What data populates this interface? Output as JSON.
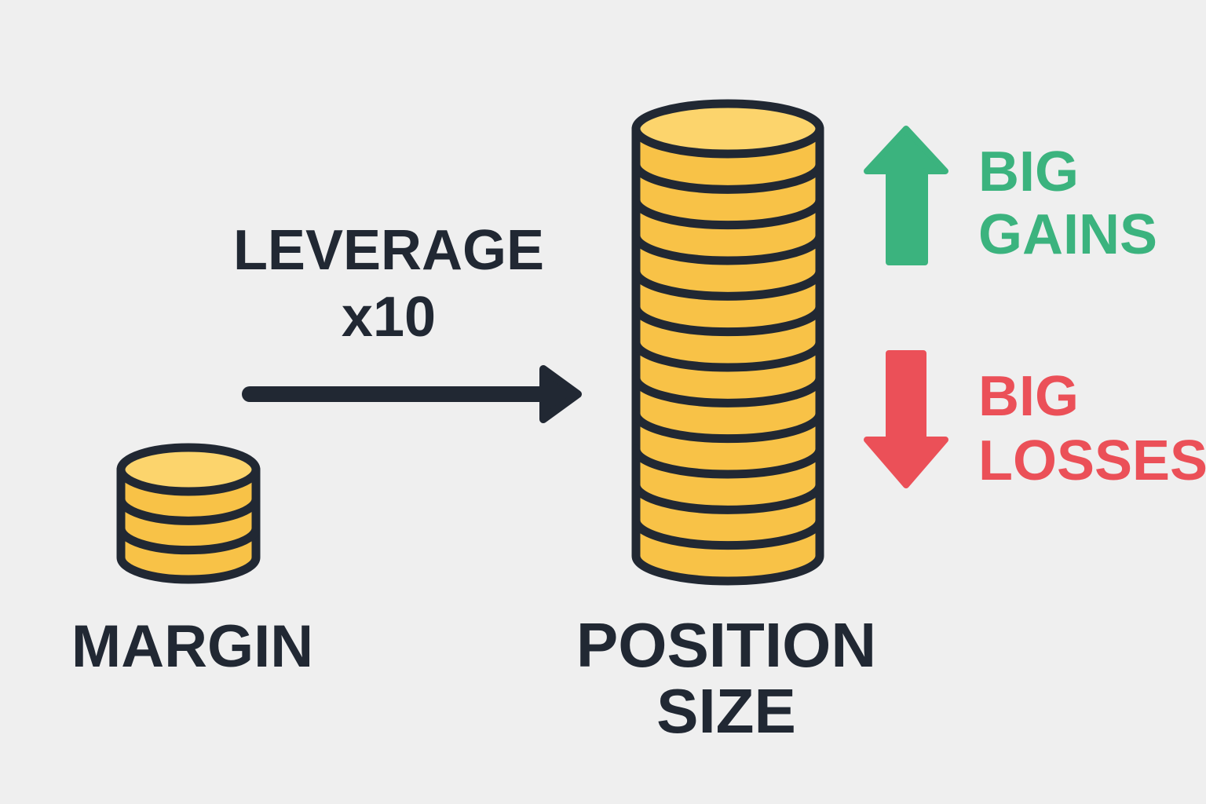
{
  "labels": {
    "leverage_line1": "LEVERAGE",
    "leverage_line2": "x10",
    "margin": "MARGIN",
    "position_line1": "POSITION",
    "position_line2": "SIZE",
    "gains_line1": "BIG",
    "gains_line2": "GAINS",
    "losses_line1": "BIG",
    "losses_line2": "LOSSES"
  },
  "stacks": {
    "margin_coin_count": 3,
    "position_coin_count": 12
  },
  "colors": {
    "background": "#efefef",
    "outline": "#212833",
    "coin_face": "#fcd46c",
    "coin_side": "#f8c247",
    "gain": "#3bb37e",
    "loss": "#eb5058"
  },
  "icons": {
    "leverage_arrow": "arrow-right-icon",
    "gains_arrow": "arrow-up-icon",
    "losses_arrow": "arrow-down-icon"
  }
}
